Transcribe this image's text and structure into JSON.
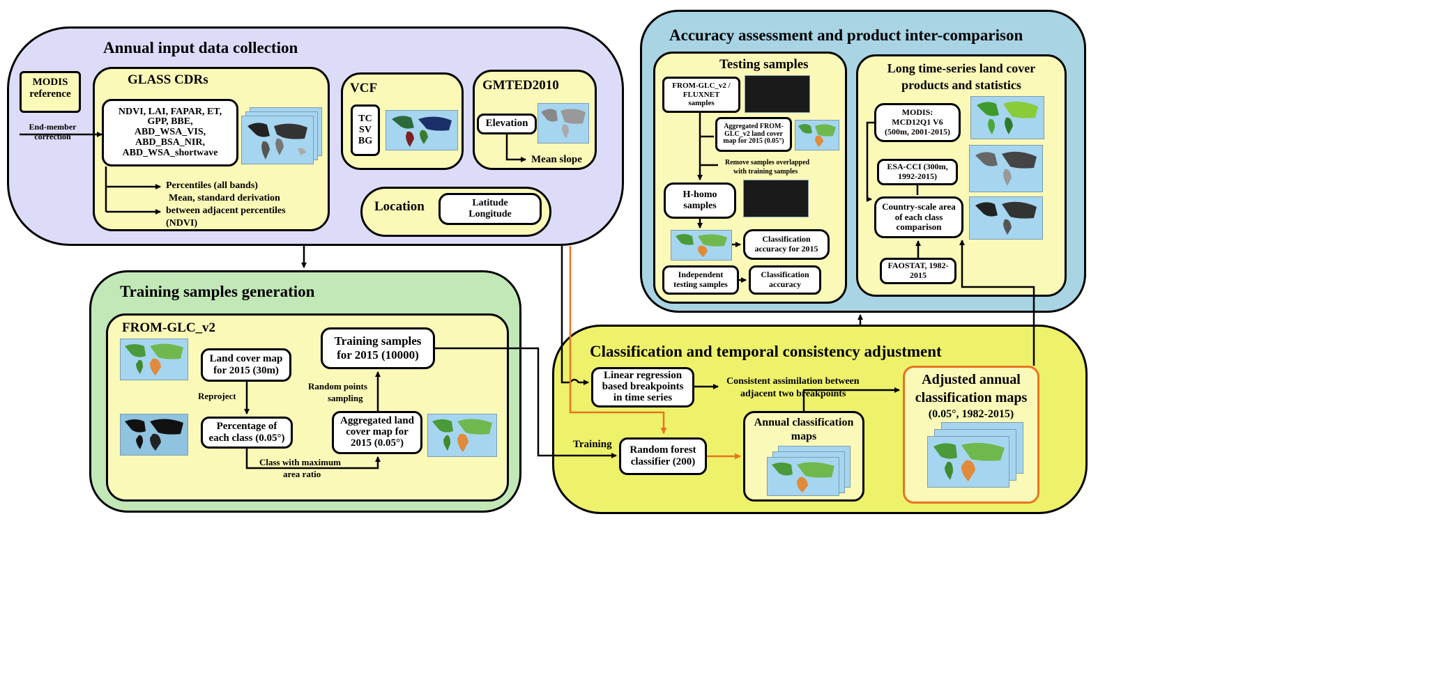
{
  "annual": {
    "title": "Annual input data collection",
    "modis": "MODIS reference",
    "endmember": "End-member correction",
    "glass_title": "GLASS CDRs",
    "glass_vars": [
      "NDVI, LAI, FAPAR, ET,",
      "GPP, BBE,",
      "ABD_WSA_VIS,",
      "ABD_BSA_NIR,",
      "ABD_WSA_shortwave"
    ],
    "percentiles": "Percentiles (all bands)",
    "mean_lines": [
      "Mean, standard derivation",
      "between adjacent percentiles",
      "(NDVI)"
    ],
    "vcf_title": "VCF",
    "vcf_items": [
      "TC",
      "SV",
      "BG"
    ],
    "gmted_title": "GMTED2010",
    "elevation": "Elevation",
    "mean_slope": "Mean slope",
    "location_title": "Location",
    "location_items": [
      "Latitude",
      "Longitude"
    ]
  },
  "accuracy": {
    "title": "Accuracy assessment and product inter-comparison",
    "testing_title": "Testing samples",
    "fromglc_fluxnet": [
      "FROM-GLC_v2 /",
      "FLUXNET",
      "samples"
    ],
    "aggregated_15": [
      "Aggregated FROM-",
      "GLC_v2 land cover",
      "map for 2015 (0.05°)"
    ],
    "remove_samples": [
      "Remove samples overlapped",
      "with training samples"
    ],
    "hhomo": [
      "H-homo",
      "samples"
    ],
    "class_acc_2015": [
      "Classification",
      "accuracy for 2015"
    ],
    "independent": [
      "Independent",
      "testing samples"
    ],
    "class_acc": [
      "Classification",
      "accuracy"
    ],
    "longterm_title": [
      "Long time-series land cover",
      "products and statistics"
    ],
    "modis_prod": [
      "MODIS:",
      "MCD12Q1 V6",
      "(500m, 2001-2015)"
    ],
    "esa": [
      "ESA-CCI (300m,",
      "1992-2015)"
    ],
    "country": [
      "Country-scale area",
      "of each class",
      "comparison"
    ],
    "faostat": [
      "FAOSTAT, 1982-",
      "2015"
    ]
  },
  "training": {
    "title": "Training samples generation",
    "fromglc_title": "FROM-GLC_v2",
    "landcover": [
      "Land cover map",
      "for 2015 (30m)"
    ],
    "reproject": "Reproject",
    "percentage": [
      "Percentage of",
      "each class (0.05°)"
    ],
    "class_max": [
      "Class with maximum",
      "area ratio"
    ],
    "aggregated": [
      "Aggregated land",
      "cover map for",
      "2015 (0.05°)"
    ],
    "random_points": [
      "Random points",
      "sampling"
    ],
    "training_samples": [
      "Training samples",
      "for 2015 (10000)"
    ]
  },
  "classification": {
    "title": "Classification and temporal consistency adjustment",
    "linear": [
      "Linear regression",
      "based breakpoints",
      "in time series"
    ],
    "consistent": [
      "Consistent assimilation between",
      "adjacent two breakpoints"
    ],
    "training_label": "Training",
    "random_forest": [
      "Random forest",
      "classifier (200)"
    ],
    "annual_maps": [
      "Annual classification",
      "maps"
    ],
    "adjusted": [
      "Adjusted annual",
      "classification maps"
    ],
    "adjusted_range": "(0.05°, 1982-2015)"
  },
  "colors": {
    "annual_bg": "#dcdcf8",
    "accuracy_bg": "#a8d4e4",
    "training_bg": "#c2e8b8",
    "classification_bg": "#eef26a",
    "inner_yellow": "#fbf9b8",
    "orange_arrow": "#e8741f",
    "ocean": "#a6d5f0"
  }
}
